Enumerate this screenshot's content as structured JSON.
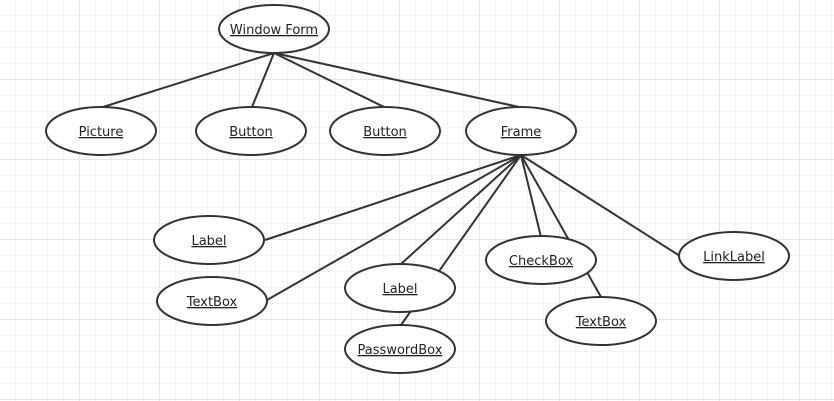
{
  "diagram": {
    "nodes": [
      {
        "id": "root",
        "label": "Window Form"
      },
      {
        "id": "picture",
        "label": "Picture"
      },
      {
        "id": "button1",
        "label": "Button"
      },
      {
        "id": "button2",
        "label": "Button"
      },
      {
        "id": "frame",
        "label": "Frame"
      },
      {
        "id": "label1",
        "label": "Label"
      },
      {
        "id": "textbox1",
        "label": "TextBox"
      },
      {
        "id": "label2",
        "label": "Label"
      },
      {
        "id": "passwordbox",
        "label": "PasswordBox"
      },
      {
        "id": "checkbox",
        "label": "CheckBox"
      },
      {
        "id": "textbox2",
        "label": "TextBox"
      },
      {
        "id": "linklabel",
        "label": "LinkLabel"
      }
    ],
    "edges": [
      {
        "from": "root",
        "to": "picture"
      },
      {
        "from": "root",
        "to": "button1"
      },
      {
        "from": "root",
        "to": "button2"
      },
      {
        "from": "root",
        "to": "frame"
      },
      {
        "from": "frame",
        "to": "label1"
      },
      {
        "from": "frame",
        "to": "textbox1"
      },
      {
        "from": "frame",
        "to": "label2"
      },
      {
        "from": "frame",
        "to": "passwordbox"
      },
      {
        "from": "frame",
        "to": "checkbox"
      },
      {
        "from": "frame",
        "to": "textbox2"
      },
      {
        "from": "frame",
        "to": "linklabel"
      }
    ]
  },
  "colors": {
    "stroke": "#333333",
    "fill": "#ffffff",
    "text": "#222222"
  }
}
